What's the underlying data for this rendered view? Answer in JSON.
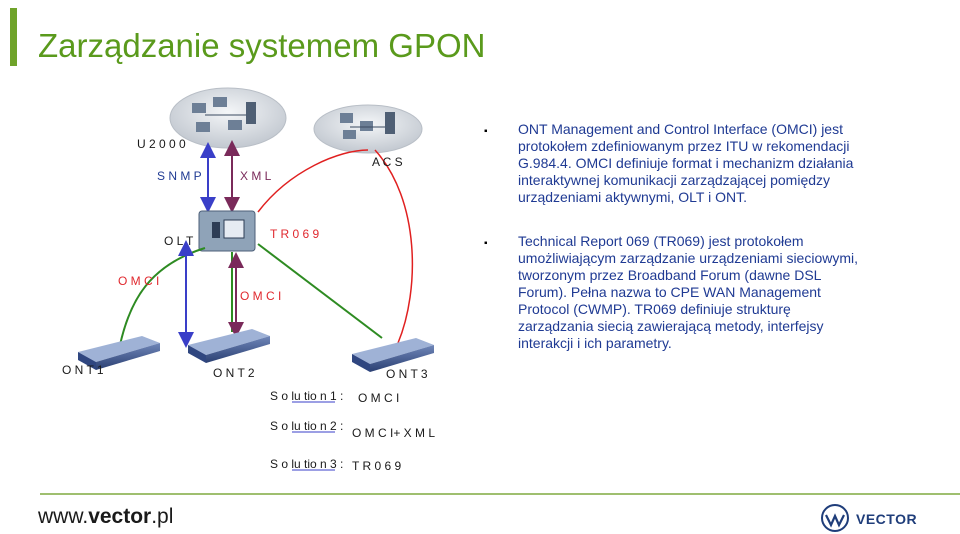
{
  "title": "Zarządzanie systemem GPON",
  "diagram": {
    "u2000": "U 2 0 0 0",
    "snmp": "S N M P",
    "xml": "X M L",
    "acs": "A C S",
    "olt": "O L T",
    "tr069": "T R 0 6 9",
    "omci_left": "O M C I",
    "omci_mid": "O M C I",
    "ont1": "O N T 1",
    "ont2": "O N T 2",
    "ont3": "O N T 3",
    "solutions": [
      {
        "label": "S o lu tio n  1 :",
        "value": "O M C I"
      },
      {
        "label": "S o lu tio n  2 :",
        "value": "O M C I+ X M L"
      },
      {
        "label": "S o lu tio n  3 :",
        "value": "T R 0 6 9"
      }
    ]
  },
  "bullets": [
    {
      "mark": "▪",
      "lines": [
        "ONT Management and Control Interface (OMCI) jest",
        "protokołem zdefiniowanym przez ITU w rekomendacji",
        "G.984.4. OMCI definiuje format i mechanizm działania",
        "interaktywnej komunikacji zarządzającej pomiędzy",
        "urządzeniami aktywnymi, OLT i ONT."
      ]
    },
    {
      "mark": "▪",
      "lines": [
        "Technical Report 069 (TR069) jest protokołem",
        "umożliwiającym zarządzanie urządzeniami sieciowymi,",
        "tworzonym przez Broadband Forum (dawne DSL",
        "Forum). Pełna nazwa to CPE WAN Management",
        "Protocol (CWMP). TR069 definiuje strukturę",
        "zarządzania siecią zawierającą metody, interfejsy",
        "interakcji i ich parametry."
      ]
    }
  ],
  "footer": {
    "site_prefix": "www.",
    "site_bold": "vector",
    "site_suffix": ".pl",
    "logo": "VECTOR"
  },
  "colors": {
    "title": "#5a9a1c",
    "accent": "#6fa32a",
    "text_blue": "#1f3a93",
    "label_red": "#e0282e",
    "label_blue": "#1f3a93",
    "arrow_blue": "#3a3fc8",
    "arrow_purple": "#7a2a5a",
    "arrow_red": "#e02020",
    "arrow_green": "#2e8b22"
  }
}
